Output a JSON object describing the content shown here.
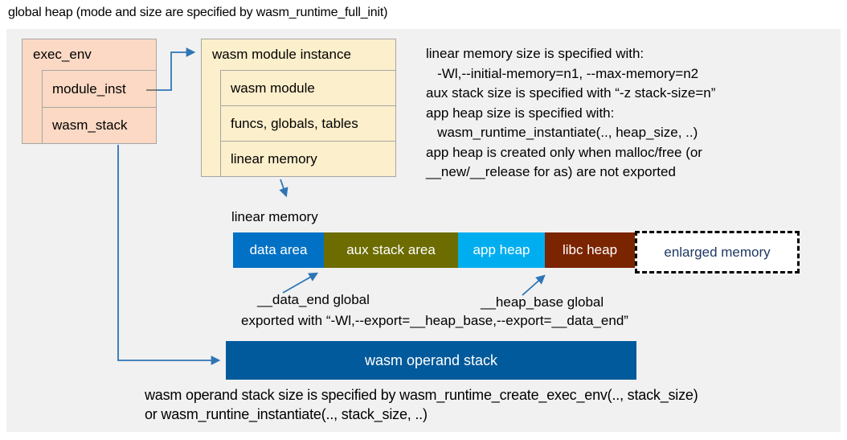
{
  "title": "global heap (mode and size are specified by wasm_runtime_full_init)",
  "exec_env": {
    "title": "exec_env",
    "rows": [
      {
        "label": "module_inst"
      },
      {
        "label": "wasm_stack"
      }
    ]
  },
  "module_instance": {
    "title": "wasm module instance",
    "rows": [
      {
        "label": "wasm module"
      },
      {
        "label": "funcs, globals, tables"
      },
      {
        "label": "linear memory"
      }
    ]
  },
  "right_notes": {
    "lines": [
      "linear memory size is specified with:",
      "   -Wl,--initial-memory=n1, --max-memory=n2",
      "aux stack size is specified with “-z stack-size=n”",
      "app heap size is specified with:",
      "   wasm_runtime_instantiate(.., heap_size, ..)",
      "app heap is created only when malloc/free (or",
      "__new/__release for as) are not exported"
    ]
  },
  "linear_memory": {
    "label": "linear memory",
    "segments": [
      {
        "label": "data area",
        "color": "#0071C5"
      },
      {
        "label": "aux stack area",
        "color": "#6C6C00"
      },
      {
        "label": "app heap",
        "color": "#00AEEF"
      },
      {
        "label": "libc heap",
        "color": "#7B2400"
      },
      {
        "label": "enlarged memory",
        "color": "#FFFFFF",
        "border": "dashed",
        "text_color": "#1F3864"
      }
    ]
  },
  "annotations": {
    "data_end": "__data_end global",
    "heap_base": "__heap_base global",
    "exported": "exported with “-Wl,--export=__heap_base,--export=__data_end”"
  },
  "operand_stack": {
    "label": "wasm operand stack",
    "color": "#005A9B"
  },
  "bottom_notes": {
    "lines": [
      "wasm operand stack size is specified by wasm_runtime_create_exec_env(.., stack_size)",
      "or wasm_runtine_instantiate(.., stack_size, ..)"
    ]
  },
  "colors": {
    "panel_bg": "#F1F1F1",
    "exec_env_fill": "#FBD9C4",
    "module_instance_fill": "#FCEFCB",
    "box_border": "#A6A6A6",
    "arrow": "#2E75B6",
    "enlarged_memory_text": "#1F3864"
  }
}
